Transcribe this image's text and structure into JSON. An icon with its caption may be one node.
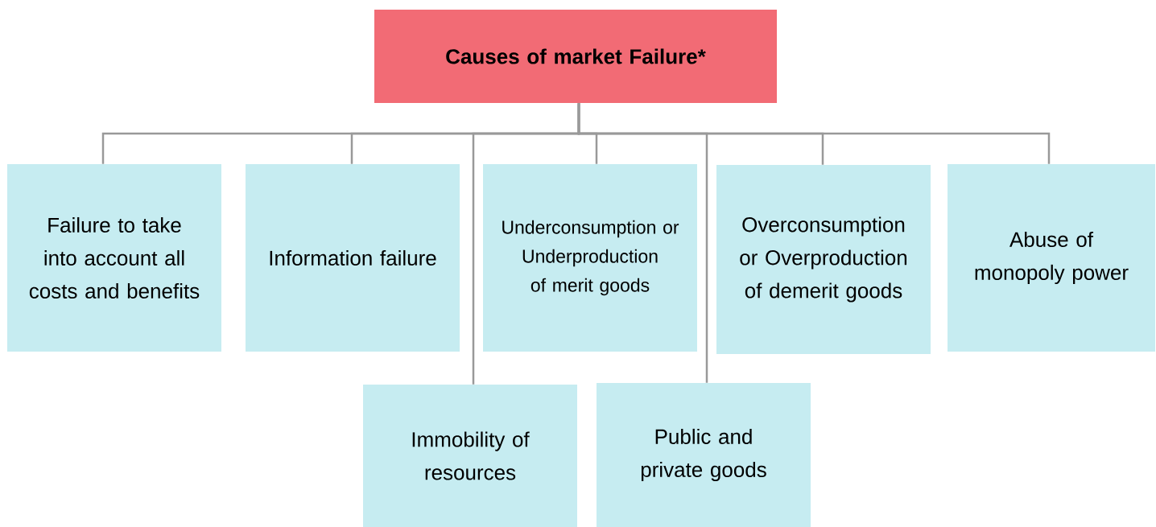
{
  "diagram": {
    "nodes": [
      {
        "text": [
          "Causes of market Failure*"
        ]
      },
      {
        "text": [
          "Failure to take into account all costs and benefits"
        ]
      },
      {
        "text": [
          "Information failure"
        ]
      },
      {
        "text": [
          "Underconsumption or Underproduction of merit goods"
        ]
      },
      {
        "text": [
          "Overconsumption or Overproduction of demerit goods"
        ]
      },
      {
        "text": [
          "Abuse of monopoly power"
        ]
      },
      {
        "text": [
          "Immobility of resources"
        ]
      },
      {
        "text": [
          "Public and private goods"
        ]
      }
    ],
    "edges": [
      {
        "from": 0,
        "to": 1,
        "arrow": "none"
      },
      {
        "from": 0,
        "to": 2,
        "arrow": "none"
      },
      {
        "from": 0,
        "to": 6,
        "arrow": "none"
      },
      {
        "from": 0,
        "to": 3,
        "arrow": "none"
      },
      {
        "from": 0,
        "to": 7,
        "arrow": "none"
      },
      {
        "from": 0,
        "to": 4,
        "arrow": "none"
      },
      {
        "from": 0,
        "to": 5,
        "arrow": "none"
      }
    ]
  }
}
